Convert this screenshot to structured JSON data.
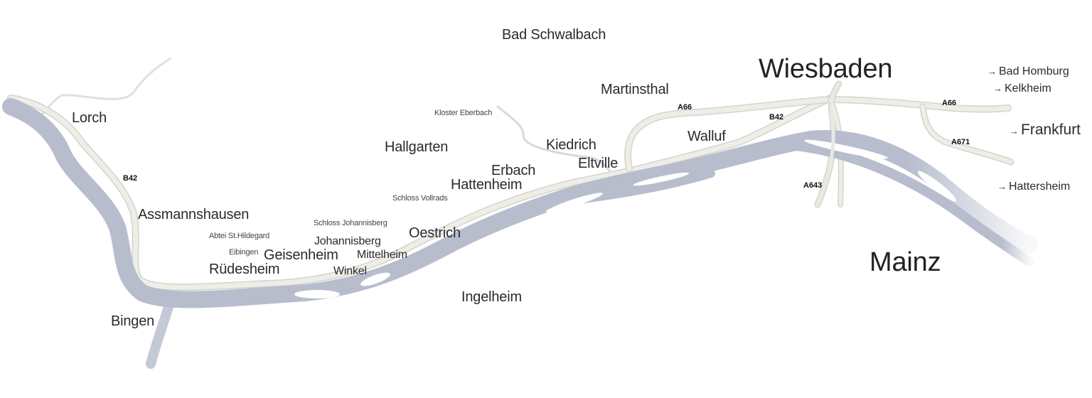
{
  "colors": {
    "river": "#b7bdcd",
    "road": "#e6e6df",
    "road_edge": "#d4d4cc",
    "stream": "#d7dbe5",
    "text": "#2b2b2b"
  },
  "places": {
    "bad_schwalbach": "Bad Schwalbach",
    "wiesbaden": "Wiesbaden",
    "martinsthal": "Martinsthal",
    "lorch": "Lorch",
    "kloster_eberbach": "Kloster Eberbach",
    "hallgarten": "Hallgarten",
    "kiedrich": "Kiedrich",
    "eltville": "Eltville",
    "walluf": "Walluf",
    "erbach": "Erbach",
    "hattenheim": "Hattenheim",
    "schloss_vollrads": "Schloss Vollrads",
    "assmannshausen": "Assmannshausen",
    "schloss_johannisberg": "Schloss Johannisberg",
    "abtei_st_hildegard": "Abtei St.Hildegard",
    "oestrich": "Oestrich",
    "johannisberg": "Johannisberg",
    "eibingen": "Eibingen",
    "geisenheim": "Geisenheim",
    "mittelheim": "Mittelheim",
    "ruedesheim": "Rüdesheim",
    "winkel": "Winkel",
    "ingelheim": "Ingelheim",
    "bingen": "Bingen",
    "mainz": "Mainz"
  },
  "destinations": {
    "arrow": "→",
    "bad_homburg": "Bad Homburg",
    "kelkheim": "Kelkheim",
    "frankfurt": "Frankfurt",
    "hattersheim": "Hattersheim"
  },
  "roads": {
    "b42_west": "B42",
    "b42_east": "B42",
    "a66_center": "A66",
    "a66_east": "A66",
    "a671": "A671",
    "a643": "A643"
  }
}
